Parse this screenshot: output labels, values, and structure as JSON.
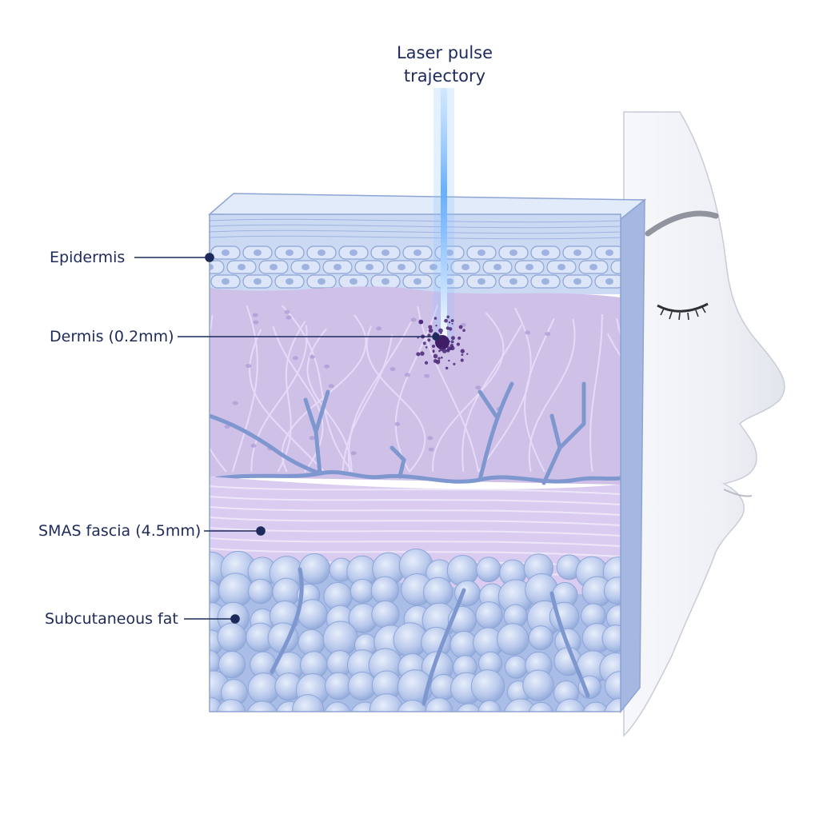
{
  "annotation": {
    "beam_label_line1": "Laser pulse",
    "beam_label_line2": "trajectory"
  },
  "layers": {
    "epidermis": "Epidermis",
    "dermis": "Dermis (0.2mm)",
    "smas": "SMAS fascia (4.5mm)",
    "fat": "Subcutaneous fat"
  },
  "colors": {
    "label_text": "#1d2a5a",
    "leader": "#1d2a5a",
    "beam": "#5aa8ff",
    "epidermis": "#c9d8f3",
    "dermis": "#cbbbe6",
    "smas": "#d4c6ec",
    "fat": "#a9bde6",
    "vessel": "#7f97cf",
    "target_spot": "#3f1e66"
  }
}
